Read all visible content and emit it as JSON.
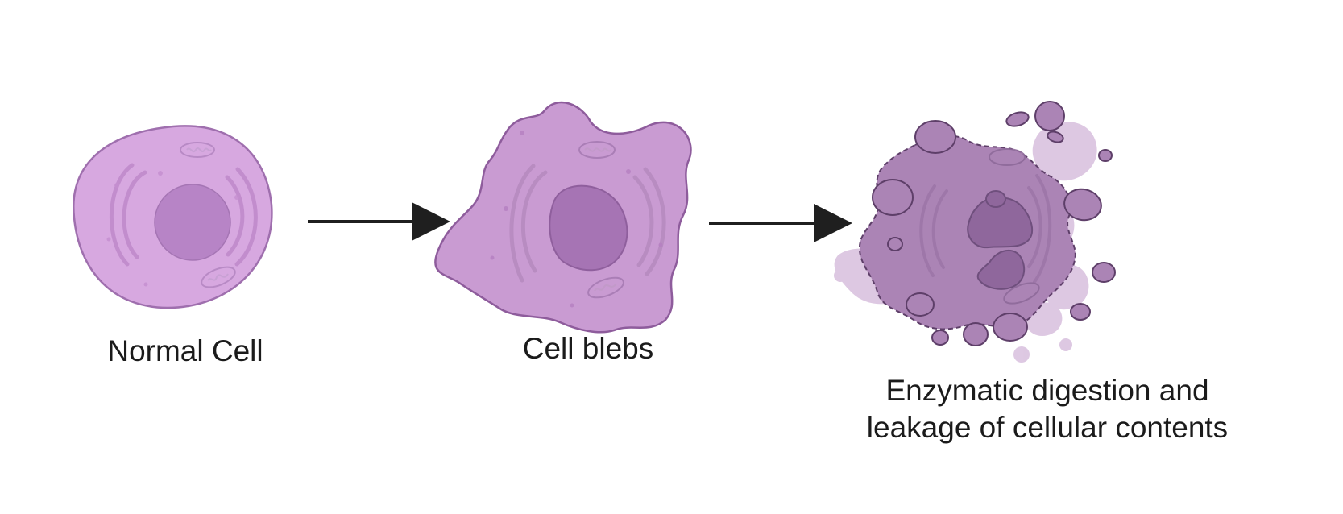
{
  "stages": [
    {
      "label": "Normal Cell"
    },
    {
      "label": "Cell blebs"
    },
    {
      "label_line1": "Enzymatic digestion and",
      "label_line2": "leakage of cellular contents"
    }
  ],
  "colors": {
    "normal_cell_fill": "#d7a8e0",
    "normal_cell_stroke": "#9f6fae",
    "normal_nucleus": "#b784c6",
    "bleb_cell_fill": "#c99bd2",
    "bleb_cell_stroke": "#8e5c9c",
    "bleb_nucleus": "#a674b4",
    "necrotic_fill": "#ab84b5",
    "necrotic_stroke": "#5e3f69",
    "leakage_fill": "#dcc6e1",
    "arrow": "#1f1f1f"
  }
}
